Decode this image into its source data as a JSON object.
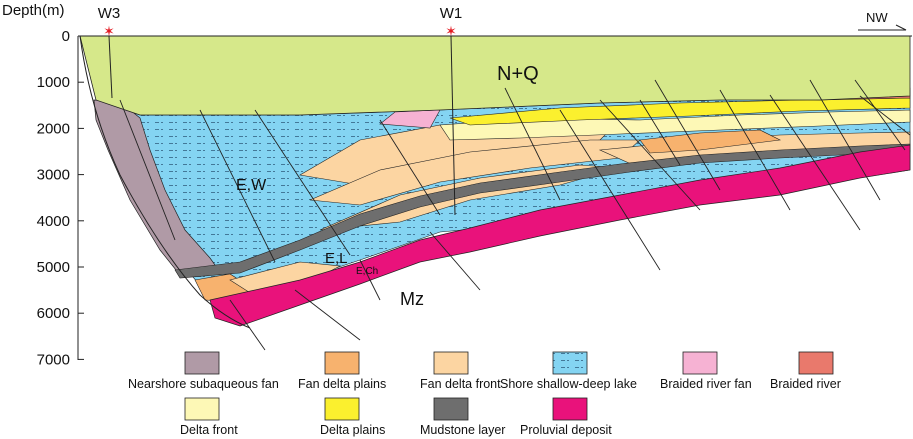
{
  "axis": {
    "title": "Depth(m)",
    "ticks": [
      "0",
      "1000",
      "2000",
      "3000",
      "4000",
      "5000",
      "6000",
      "7000"
    ]
  },
  "wells": [
    "W3",
    "W1"
  ],
  "direction": "NW",
  "units": {
    "nq": "N+Q",
    "ew": "E,W",
    "el": "E,L",
    "ech": "E,Ch",
    "mz": "Mz"
  },
  "legend": [
    {
      "label": "Nearshore subaqueous fan",
      "color": "#b09aa6",
      "pattern": "solid"
    },
    {
      "label": "Fan delta plains",
      "color": "#f7b26e",
      "pattern": "solid"
    },
    {
      "label": "Fan delta front",
      "color": "#fcd5a2",
      "pattern": "solid"
    },
    {
      "label": "Shore shallow-deep lake",
      "color": "#84d4f2",
      "pattern": "dashed"
    },
    {
      "label": "Braided river fan",
      "color": "#f6b2d3",
      "pattern": "solid"
    },
    {
      "label": "Braided river",
      "color": "#e9796c",
      "pattern": "solid"
    },
    {
      "label": "Delta front",
      "color": "#fdf8b6",
      "pattern": "solid"
    },
    {
      "label": "Delta plains",
      "color": "#fbf02e",
      "pattern": "solid"
    },
    {
      "label": "Mudstone layer",
      "color": "#6e6e6e",
      "pattern": "solid"
    },
    {
      "label": "Proluvial deposit",
      "color": "#e9127b",
      "pattern": "solid"
    }
  ]
}
